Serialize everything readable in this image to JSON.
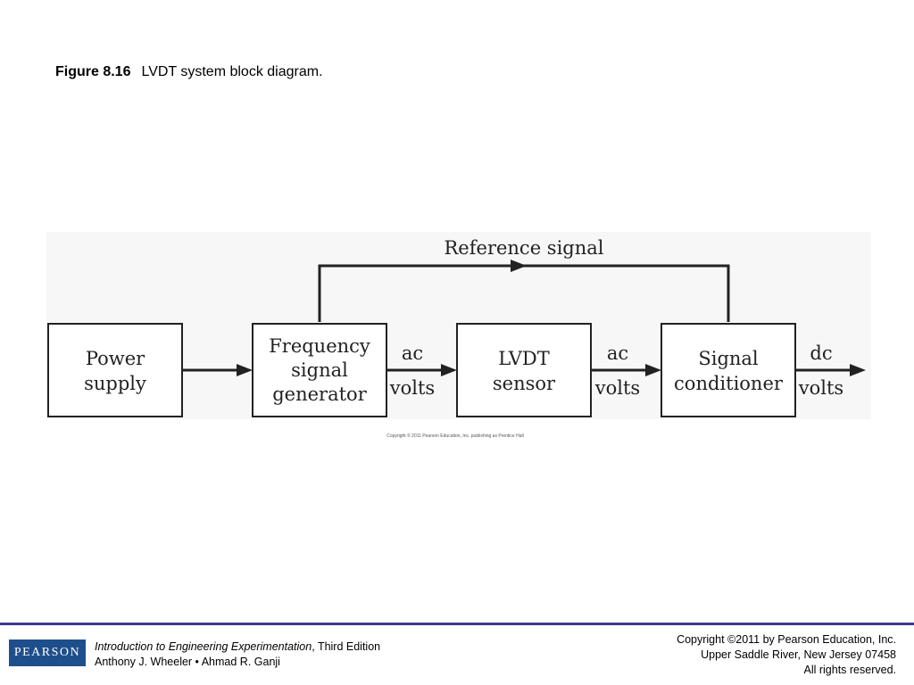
{
  "caption": {
    "number": "Figure 8.16",
    "text": "LVDT system block diagram."
  },
  "diagram": {
    "blocks": {
      "power_supply": [
        "Power",
        "supply"
      ],
      "frequency_generator": [
        "Frequency",
        "signal",
        "generator"
      ],
      "lvdt_sensor": [
        "LVDT",
        "sensor"
      ],
      "signal_conditioner": [
        "Signal",
        "conditioner"
      ]
    },
    "feedback_label": "Reference signal",
    "edge_labels": {
      "gen_to_sensor": [
        "ac",
        "volts"
      ],
      "sensor_to_conditioner": [
        "ac",
        "volts"
      ],
      "output": [
        "dc",
        "volts"
      ]
    },
    "figure_copyright": "Copyright © 2011 Pearson Education, Inc. publishing as Prentice Hall"
  },
  "footer": {
    "logo_text": "PEARSON",
    "book_title": "Introduction to Engineering Experimentation",
    "edition": ", Third Edition",
    "authors": "Anthony J. Wheeler • Ahmad R. Ganji",
    "copyright": "Copyright ©2011 by Pearson Education, Inc.",
    "address": "Upper Saddle River, New Jersey 07458",
    "rights": "All rights reserved."
  }
}
